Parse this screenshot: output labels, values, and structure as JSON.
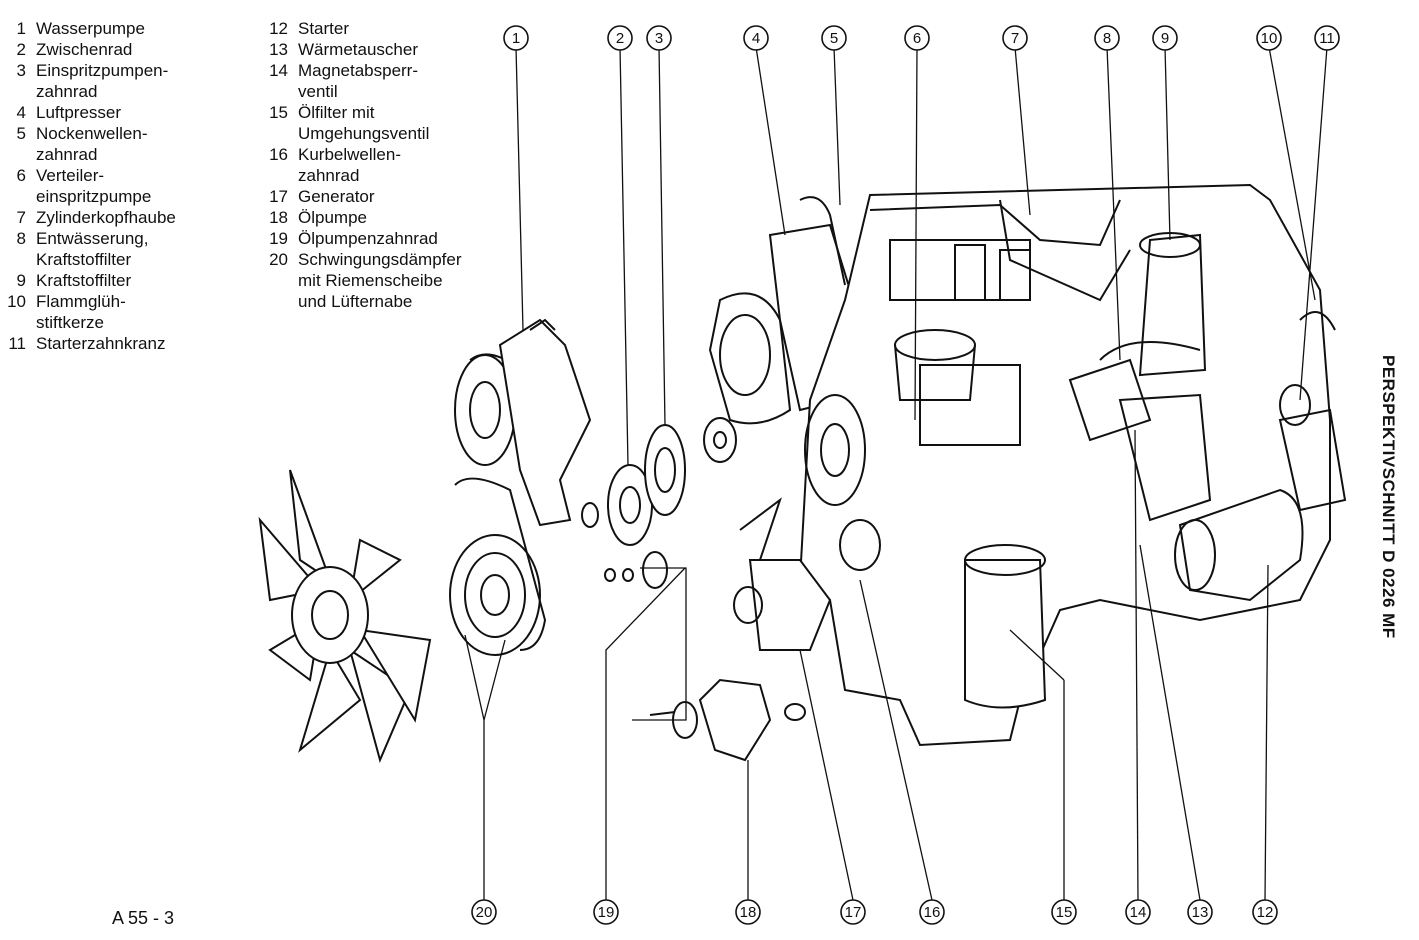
{
  "legend_left": [
    {
      "num": "1",
      "text": "Wasserpumpe"
    },
    {
      "num": "2",
      "text": "Zwischenrad"
    },
    {
      "num": "3",
      "text": "Einspritzpumpen-\nzahnrad"
    },
    {
      "num": "4",
      "text": "Luftpresser"
    },
    {
      "num": "5",
      "text": "Nockenwellen-\nzahnrad"
    },
    {
      "num": "6",
      "text": "Verteiler-\neinspritzpumpe"
    },
    {
      "num": "7",
      "text": "Zylinderkopfhaube"
    },
    {
      "num": "8",
      "text": "Entwässerung,\nKraftstoffilter"
    },
    {
      "num": "9",
      "text": "Kraftstoffilter"
    },
    {
      "num": "10",
      "text": "Flammglüh-\nstiftkerze"
    },
    {
      "num": "11",
      "text": "Starterzahnkranz"
    }
  ],
  "legend_right": [
    {
      "num": "12",
      "text": "Starter"
    },
    {
      "num": "13",
      "text": "Wärmetauscher"
    },
    {
      "num": "14",
      "text": "Magnetabsperr-\nventil"
    },
    {
      "num": "15",
      "text": "Ölfilter mit\nUmgehungsventil"
    },
    {
      "num": "16",
      "text": "Kurbelwellen-\nzahnrad"
    },
    {
      "num": "17",
      "text": "Generator"
    },
    {
      "num": "18",
      "text": "Ölpumpe"
    },
    {
      "num": "19",
      "text": "Ölpumpenzahnrad"
    },
    {
      "num": "20",
      "text": "Schwingungsdämpfer\nmit Riemenscheibe\nund Lüfternabe"
    }
  ],
  "side_title": "PERSPEKTIVSCHNITT D 0226 MF",
  "page_code": "A 55 - 3",
  "callouts_top": [
    "1",
    "2",
    "3",
    "4",
    "5",
    "6",
    "7",
    "8",
    "9",
    "10",
    "11"
  ],
  "callouts_bottom": [
    "20",
    "19",
    "18",
    "17",
    "16",
    "15",
    "14",
    "13",
    "12"
  ]
}
